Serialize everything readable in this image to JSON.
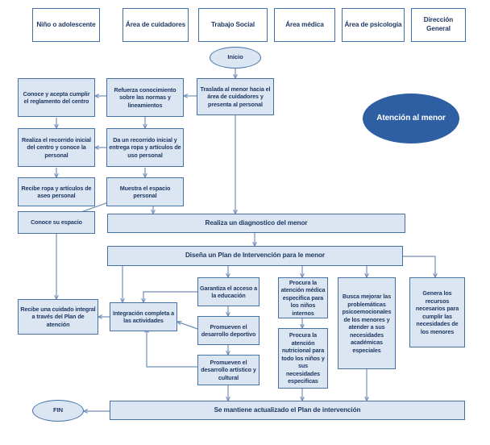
{
  "diagram": {
    "title": "Atención al menor",
    "type": "swimlane-flowchart",
    "palette": {
      "node_fill": "#dce6f2",
      "node_border": "#4472a8",
      "node_text": "#1f3864",
      "connector": "#7390b8",
      "highlight_fill": "#2e5fa3",
      "highlight_text": "#ffffff",
      "canvas": "#ffffff"
    }
  },
  "lanes": [
    {
      "id": "lane-nino",
      "label": "Niño o adolescente"
    },
    {
      "id": "lane-cuidadores",
      "label": "Área de cuidadores"
    },
    {
      "id": "lane-trabajo",
      "label": "Trabajo Social"
    },
    {
      "id": "lane-medica",
      "label": "Área médica"
    },
    {
      "id": "lane-psicologia",
      "label": "Área de psicología"
    },
    {
      "id": "lane-direccion",
      "label": "Dirección General"
    }
  ],
  "terminators": {
    "start": "Inicio",
    "end": "FIN",
    "badge": "Atención al menor"
  },
  "nodes": {
    "traslada": "Traslada al menor hacia el área de cuidadores y presenta al personal",
    "refuerza": "Refuerza conocimiento sobre las normas y lineamientos",
    "conoce_acepta": "Conoce y acepta cumplir el reglamento del centro",
    "da_recorrido": "Da un recorrido inicial y entrega ropa y artículos de uso personal",
    "realiza_recorrido": "Realiza  el recorrido inicial del centro y conoce la personal",
    "recibe_ropa": "Recibe ropa y artículos de aseo personal",
    "muestra_espacio": "Muestra el espacio personal",
    "conoce_espacio": "Conoce su espacio",
    "diagnostico": "Realiza un diagnostico del menor",
    "plan": "Diseña un Plan de Intervención para le menor",
    "garantiza": "Garantiza el acceso a la educación",
    "deportivo": "Promueven el desarrollo deportivo",
    "artistico": "Promueven el desarrollo artístico y cultural",
    "integracion": "Integración completa a las actividades",
    "recibe_cuidado": "Recibe una cuidado integral a través del Plan de atención",
    "medica": "Procura la atención médica especifica para los niños internos",
    "nutricional": "Procura la atención nutricional para todo los niños y sus necesidades especificas",
    "psicoemocional": "Busca mejorar las problemáticas psicoemocionales de los menores y atender a sus necesidades académicas especiales",
    "recursos": "Genera los recursos necesarios para cumplir las necesidades de los menores",
    "actualizado": "Se mantiene actualizado el Plan de intervención"
  }
}
